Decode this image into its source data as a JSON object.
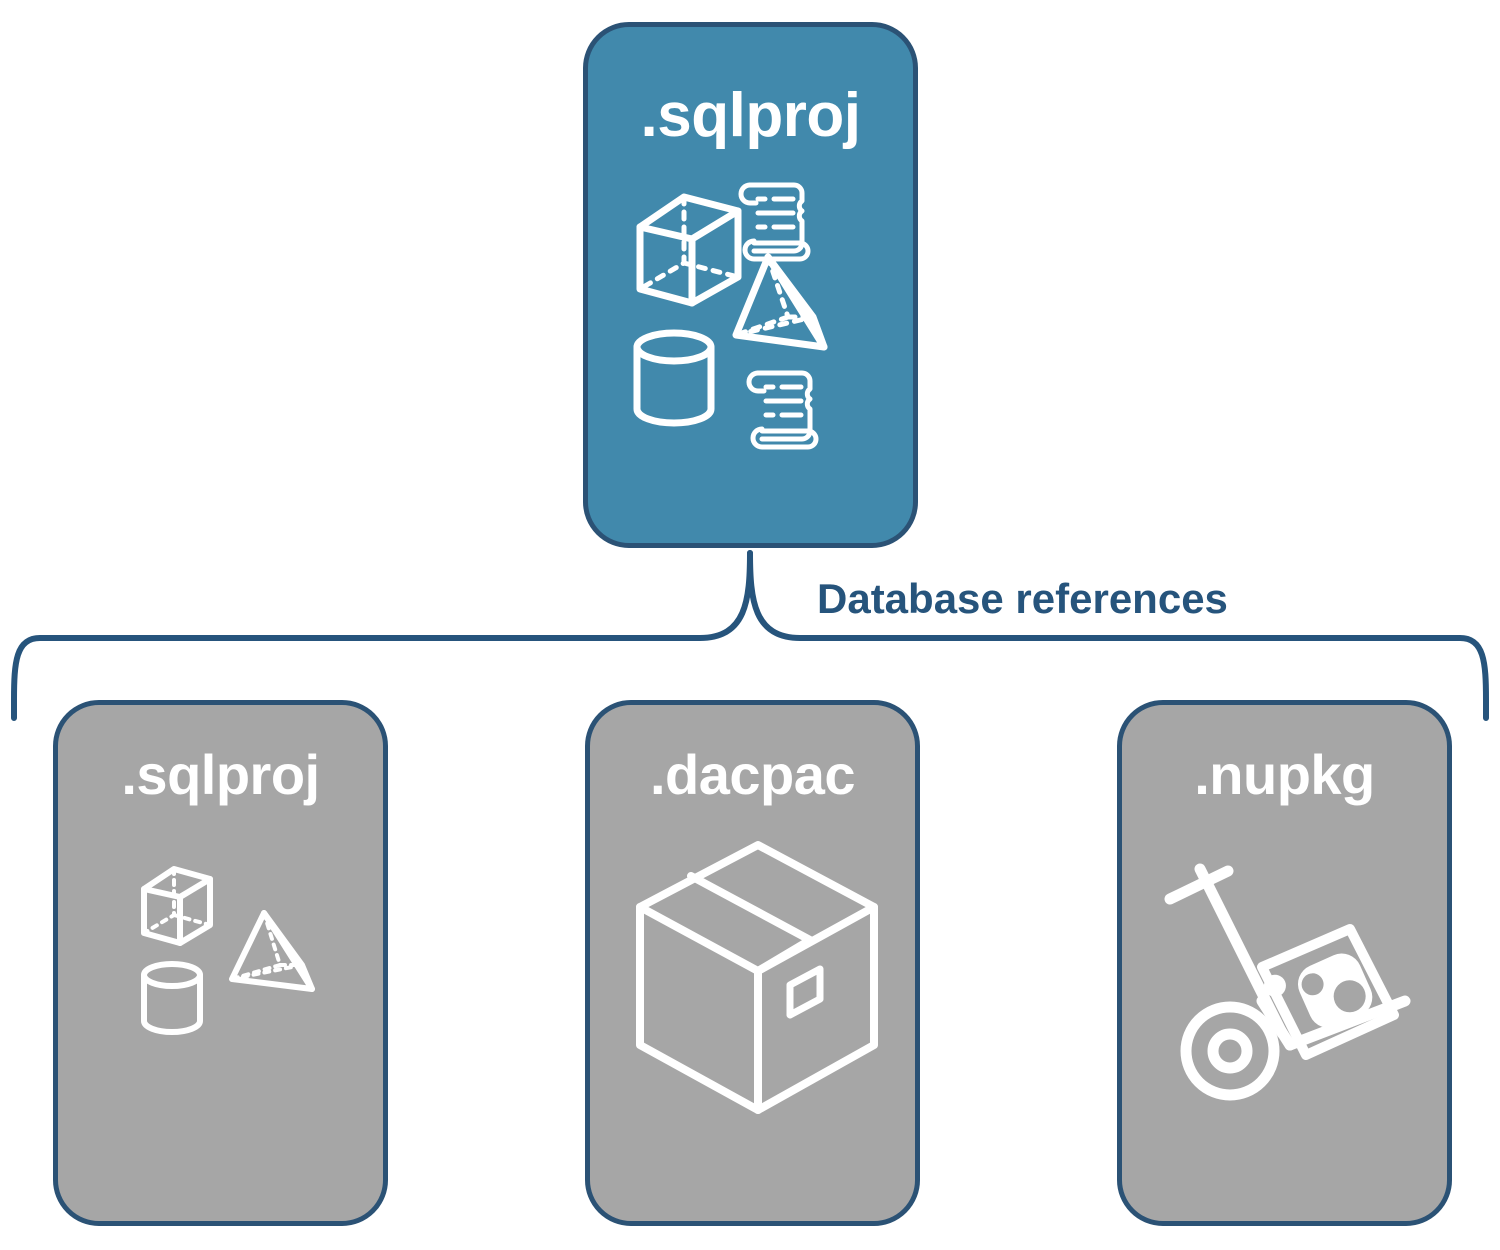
{
  "diagram": {
    "title": "SQL database project database references",
    "background_color": "#ffffff",
    "accent_color": "#4189ac",
    "secondary_color": "#a6a6a6",
    "outline_color": "#2b5275",
    "label_color": "#26547c",
    "icon_color": "#ffffff"
  },
  "parent": {
    "label": ".sqlproj",
    "fill": "#4189ac",
    "icons": [
      "wireframe-cube-icon",
      "script-scroll-icon",
      "wireframe-pyramid-icon",
      "wireframe-cylinder-icon",
      "script-scroll-icon"
    ]
  },
  "connector": {
    "label": "Database references",
    "style": "curly-brace",
    "color": "#26547c"
  },
  "children": [
    {
      "label": ".sqlproj",
      "fill": "#a6a6a6",
      "icons": [
        "wireframe-cube-icon",
        "wireframe-pyramid-icon",
        "wireframe-cylinder-icon"
      ]
    },
    {
      "label": ".dacpac",
      "fill": "#a6a6a6",
      "icons": [
        "package-box-icon"
      ]
    },
    {
      "label": ".nupkg",
      "fill": "#a6a6a6",
      "icons": [
        "hand-truck-nuget-package-icon"
      ]
    }
  ]
}
